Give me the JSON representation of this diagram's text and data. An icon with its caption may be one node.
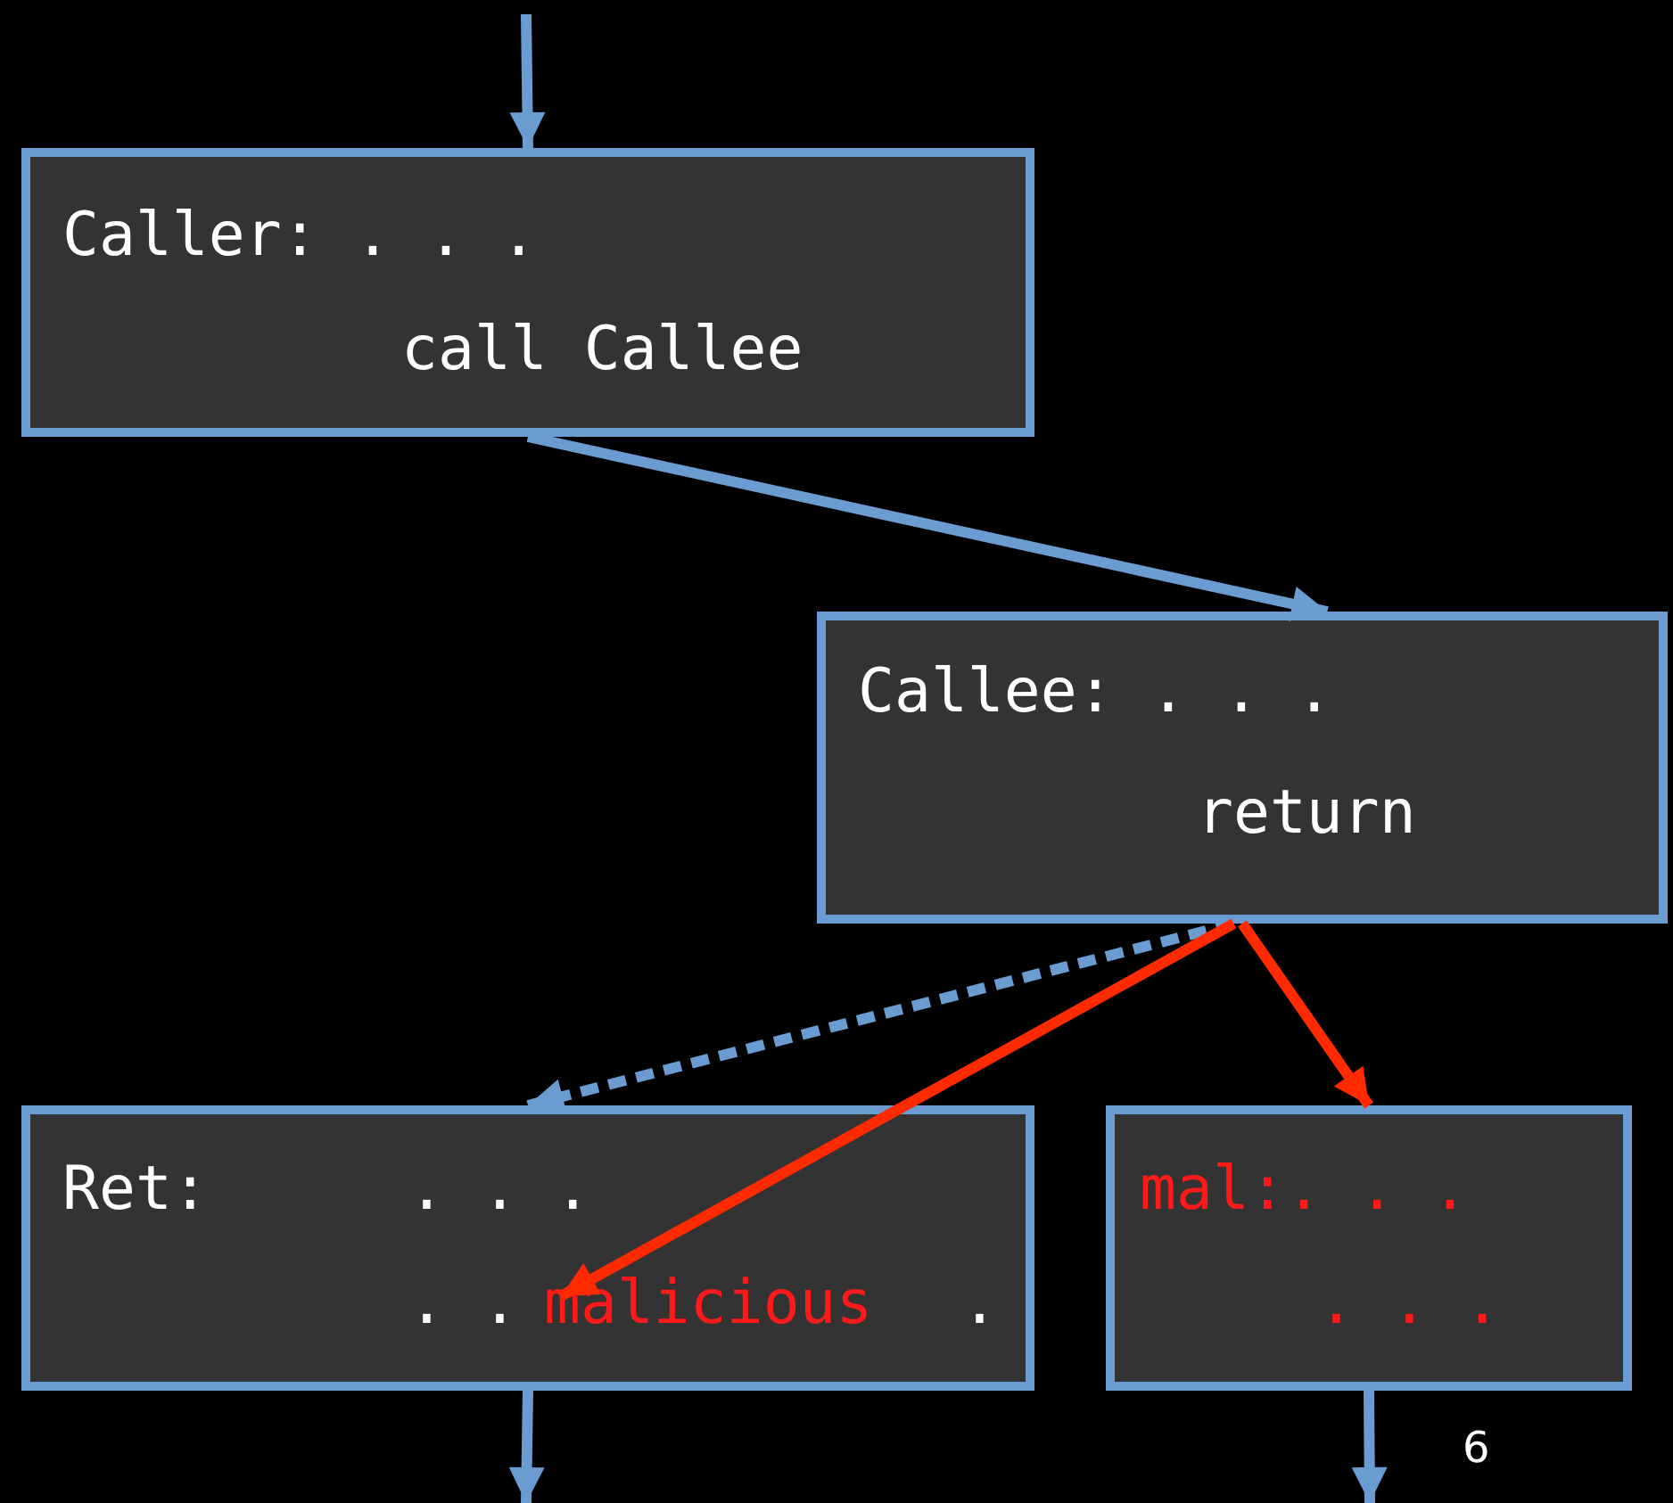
{
  "diagram": {
    "nodes": [
      {
        "text": [
          "Caller: . . .",
          "call Callee"
        ]
      },
      {
        "text": [
          "Callee: . . .",
          "return"
        ]
      },
      {
        "text": [
          "Ret:",
          ". . .",
          ". .",
          "."
        ]
      },
      {
        "text": [
          "malicious"
        ],
        "in": 2
      },
      {
        "text": [
          "mal:. . .",
          ". . ."
        ]
      }
    ],
    "edges": [
      {
        "from": null,
        "to": 0,
        "arrow": "to"
      },
      {
        "from": 0,
        "to": 1,
        "arrow": "to"
      },
      {
        "from": 1,
        "to": 2,
        "arrow": "to",
        "style": "dashed"
      },
      {
        "from": 1,
        "to": 3,
        "arrow": "to",
        "color": "#ff2a00"
      },
      {
        "from": 1,
        "to": 4,
        "arrow": "to",
        "color": "#ff2a00"
      },
      {
        "from": 2,
        "to": null,
        "arrow": "to"
      },
      {
        "from": 4,
        "to": null,
        "arrow": "to"
      }
    ],
    "labels": [
      "6"
    ]
  }
}
